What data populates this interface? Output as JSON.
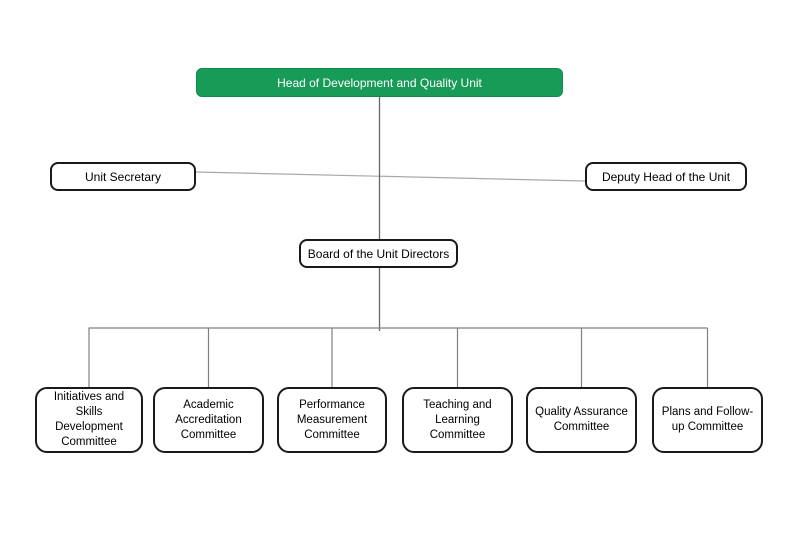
{
  "org_chart": {
    "root": {
      "label": "Head of Development and Quality Unit"
    },
    "assistants": [
      {
        "label": "Unit Secretary"
      },
      {
        "label": "Deputy Head of the Unit"
      }
    ],
    "board": {
      "label": "Board of the Unit Directors"
    },
    "committees": [
      {
        "label": "Initiatives and\nSkills\nDevelopment\nCommittee"
      },
      {
        "label": "Academic\nAccreditation\nCommittee"
      },
      {
        "label": "Performance\nMeasurement\nCommittee"
      },
      {
        "label": "Teaching and\nLearning\nCommittee"
      },
      {
        "label": "Quality Assurance\nCommittee"
      },
      {
        "label": "Plans and Follow-\nup Committee"
      }
    ]
  },
  "colors": {
    "accent-green": "#189b57",
    "accent-green-border": "#118a4c",
    "box-border": "#1a1a1a",
    "trunk-line": "#666666",
    "bus-line": "#808080",
    "assistant-line": "#a8a8a8"
  }
}
